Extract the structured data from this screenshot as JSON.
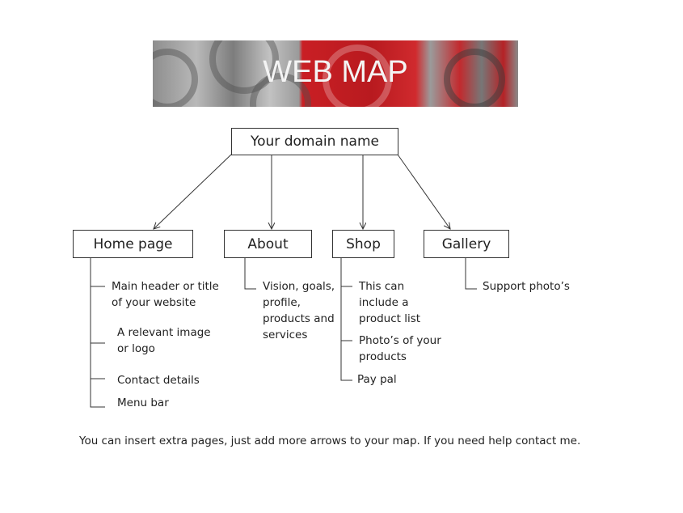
{
  "banner": {
    "title": "WEB MAP"
  },
  "root": {
    "label": "Your domain name"
  },
  "pages": [
    {
      "label": "Home page",
      "items": [
        "Main header or title\nof your website",
        "A relevant image\nor logo",
        "Contact details",
        "Menu bar"
      ]
    },
    {
      "label": "About",
      "items": [
        "Vision, goals,\nprofile,\nproducts and\nservices"
      ]
    },
    {
      "label": "Shop",
      "items": [
        "This can\ninclude a\nproduct list",
        "Photo’s of your\nproducts",
        "Pay pal"
      ]
    },
    {
      "label": "Gallery",
      "items": [
        "Support photo’s"
      ]
    }
  ],
  "footer": "You can insert extra pages, just add more arrows to your map. If you need help contact me."
}
